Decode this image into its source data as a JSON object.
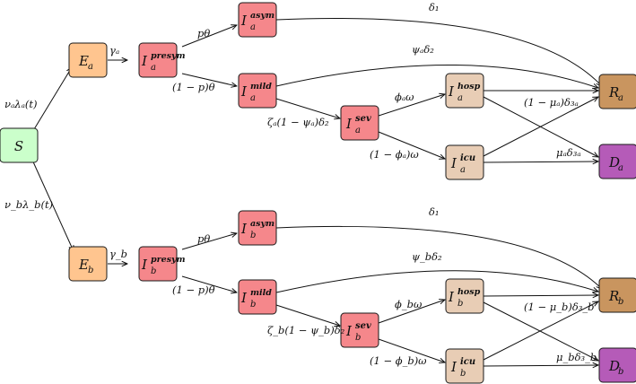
{
  "colors": {
    "S": "#cbffcb",
    "E": "#ffc58f",
    "I": "#f5878b",
    "care": "#e8cdb5",
    "R": "#c9955f",
    "D": "#b55bb8"
  },
  "nodes": {
    "S": {
      "main": "S",
      "sub": "",
      "sup": "",
      "kind": "S"
    },
    "Ea": {
      "main": "E",
      "sub": "a",
      "sup": "",
      "kind": "E"
    },
    "Eb": {
      "main": "E",
      "sub": "b",
      "sup": "",
      "kind": "E"
    },
    "Ia_pre": {
      "main": "I",
      "sub": "a",
      "sup": "presym",
      "kind": "I"
    },
    "Ib_pre": {
      "main": "I",
      "sub": "b",
      "sup": "presym",
      "kind": "I"
    },
    "Ia_asym": {
      "main": "I",
      "sub": "a",
      "sup": "asym",
      "kind": "I"
    },
    "Ib_asym": {
      "main": "I",
      "sub": "b",
      "sup": "asym",
      "kind": "I"
    },
    "Ia_mild": {
      "main": "I",
      "sub": "a",
      "sup": "mild",
      "kind": "I"
    },
    "Ib_mild": {
      "main": "I",
      "sub": "b",
      "sup": "mild",
      "kind": "I"
    },
    "Ia_sev": {
      "main": "I",
      "sub": "a",
      "sup": "sev",
      "kind": "I"
    },
    "Ib_sev": {
      "main": "I",
      "sub": "b",
      "sup": "sev",
      "kind": "I"
    },
    "Ia_hosp": {
      "main": "I",
      "sub": "a",
      "sup": "hosp",
      "kind": "care"
    },
    "Ib_hosp": {
      "main": "I",
      "sub": "b",
      "sup": "hosp",
      "kind": "care"
    },
    "Ia_icu": {
      "main": "I",
      "sub": "a",
      "sup": "icu",
      "kind": "care"
    },
    "Ib_icu": {
      "main": "I",
      "sub": "b",
      "sup": "icu",
      "kind": "care"
    },
    "Ra": {
      "main": "R",
      "sub": "a",
      "sup": "",
      "kind": "R"
    },
    "Rb": {
      "main": "R",
      "sub": "b",
      "sup": "",
      "kind": "R"
    },
    "Da": {
      "main": "D",
      "sub": "a",
      "sup": "",
      "kind": "D"
    },
    "Db": {
      "main": "D",
      "sub": "b",
      "sup": "",
      "kind": "D"
    }
  },
  "edges": [
    {
      "id": "S-Ea",
      "from": "S",
      "to": "Ea",
      "label": "νₐλₐ(t)"
    },
    {
      "id": "S-Eb",
      "from": "S",
      "to": "Eb",
      "label": "ν_bλ_b(t)"
    },
    {
      "id": "Ea-Iapre",
      "from": "Ea",
      "to": "Ia_pre",
      "label": "γₐ"
    },
    {
      "id": "Eb-Ibpre",
      "from": "Eb",
      "to": "Ib_pre",
      "label": "γ_b"
    },
    {
      "id": "Iapre-Iaasym",
      "from": "Ia_pre",
      "to": "Ia_asym",
      "label": "pθ"
    },
    {
      "id": "Ibpre-Ibasym",
      "from": "Ib_pre",
      "to": "Ib_asym",
      "label": "pθ"
    },
    {
      "id": "Iapre-Iamild",
      "from": "Ia_pre",
      "to": "Ia_mild",
      "label": "(1 − p)θ"
    },
    {
      "id": "Ibpre-Ibmild",
      "from": "Ib_pre",
      "to": "Ib_mild",
      "label": "(1 − p)θ"
    },
    {
      "id": "Iaasym-Ra",
      "from": "Ia_asym",
      "to": "Ra",
      "label": "δ₁"
    },
    {
      "id": "Ibasym-Rb",
      "from": "Ib_asym",
      "to": "Rb",
      "label": "δ₁"
    },
    {
      "id": "Iamild-Ra",
      "from": "Ia_mild",
      "to": "Ra",
      "label": "ψₐδ₂"
    },
    {
      "id": "Ibmild-Rb",
      "from": "Ib_mild",
      "to": "Rb",
      "label": "ψ_bδ₂"
    },
    {
      "id": "Iamild-Iasev",
      "from": "Ia_mild",
      "to": "Ia_sev",
      "label": "ζₐ(1 − ψₐ)δ₂"
    },
    {
      "id": "Ibmild-Ibsev",
      "from": "Ib_mild",
      "to": "Ib_sev",
      "label": "ζ_b(1 − ψ_b)δ₂"
    },
    {
      "id": "Iasev-Iahosp",
      "from": "Ia_sev",
      "to": "Ia_hosp",
      "label": "ϕₐω"
    },
    {
      "id": "Ibsev-Ibhosp",
      "from": "Ib_sev",
      "to": "Ib_hosp",
      "label": "ϕ_bω"
    },
    {
      "id": "Iasev-Iaicu",
      "from": "Ia_sev",
      "to": "Ia_icu",
      "label": "(1 − ϕₐ)ω"
    },
    {
      "id": "Ibsev-Ibicu",
      "from": "Ib_sev",
      "to": "Ib_icu",
      "label": "(1 − ϕ_b)ω"
    },
    {
      "id": "Iahosp-Ra",
      "from": "Ia_hosp",
      "to": "Ra",
      "label": ""
    },
    {
      "id": "Ibhosp-Rb",
      "from": "Ib_hosp",
      "to": "Rb",
      "label": ""
    },
    {
      "id": "Iaicu-Ra",
      "from": "Ia_icu",
      "to": "Ra",
      "label": "(1 − μₐ)δ₃ₐ"
    },
    {
      "id": "Ibicu-Rb",
      "from": "Ib_icu",
      "to": "Rb",
      "label": "(1 − μ_b)δ₃_b"
    },
    {
      "id": "Iahosp-Da",
      "from": "Ia_hosp",
      "to": "Da",
      "label": ""
    },
    {
      "id": "Ibhosp-Db",
      "from": "Ib_hosp",
      "to": "Db",
      "label": ""
    },
    {
      "id": "Iaicu-Da",
      "from": "Ia_icu",
      "to": "Da",
      "label": "μₐδ₃ₐ"
    },
    {
      "id": "Ibicu-Db",
      "from": "Ib_icu",
      "to": "Db",
      "label": "μ_bδ₃_b"
    }
  ]
}
